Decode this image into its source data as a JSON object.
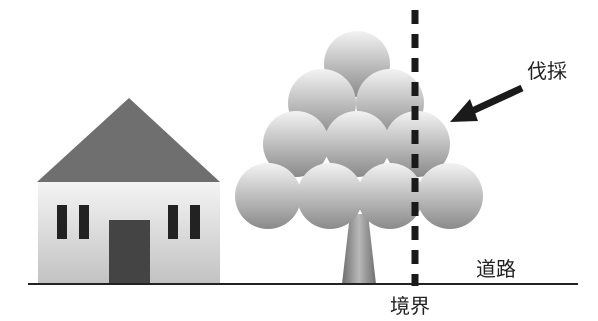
{
  "labels": {
    "felling": "伐採",
    "road": "道路",
    "boundary": "境界"
  },
  "colors": {
    "ink": "#222222",
    "roof": "#6f6f6f",
    "wall_light": "#f0f0f0",
    "wall_dark": "#c4c4c4",
    "door": "#444444",
    "canopy_light": "#f2f2f2",
    "canopy_dark": "#8a8a8a",
    "trunk": "#888888"
  }
}
